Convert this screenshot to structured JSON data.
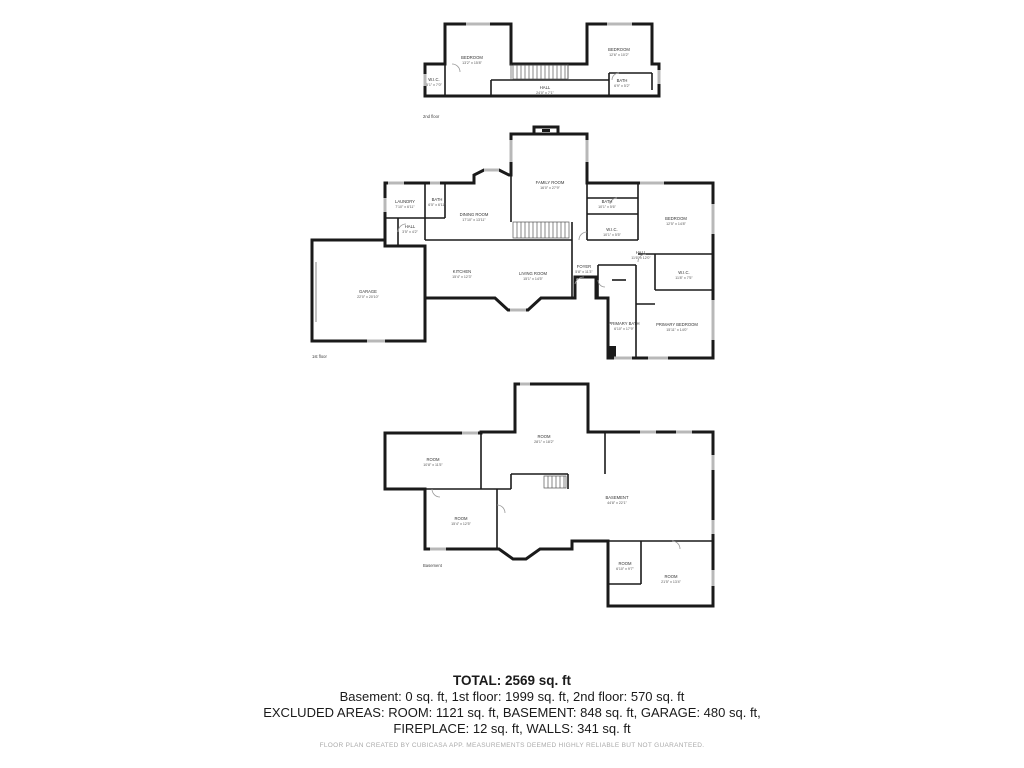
{
  "floors": [
    {
      "id": "floor-2",
      "label": "2nd floor"
    },
    {
      "id": "floor-1",
      "label": "1st floor"
    },
    {
      "id": "floor-basement",
      "label": "Basement"
    }
  ],
  "rooms": [
    {
      "id": "upper-bedroom-left",
      "name": "BEDROOM",
      "dims": "13'2\" x 15'8\""
    },
    {
      "id": "upper-bedroom-right",
      "name": "BEDROOM",
      "dims": "12'6\" x 10'2\""
    },
    {
      "id": "upper-wic",
      "name": "W.I.C.",
      "dims": "5'1\" x 7'0\""
    },
    {
      "id": "upper-hall",
      "name": "HALL",
      "dims": "24'0\" x 7'1\""
    },
    {
      "id": "upper-bath",
      "name": "BATH",
      "dims": "6'9\" x 5'2\""
    },
    {
      "id": "family-room",
      "name": "FAMILY ROOM",
      "dims": "16'0\" x 27'9\""
    },
    {
      "id": "laundry",
      "name": "LAUNDRY",
      "dims": "7'10\" x 6'11\""
    },
    {
      "id": "main-bath-small",
      "name": "BATH",
      "dims": "6'5\" x 6'11\""
    },
    {
      "id": "dining-room",
      "name": "DINING ROOM",
      "dims": "17'10\" x 13'11\""
    },
    {
      "id": "main-hall-small",
      "name": "HALL",
      "dims": "3'5\" x 4'2\""
    },
    {
      "id": "main-bath-right",
      "name": "BATH",
      "dims": "10'1\" x 5'6\""
    },
    {
      "id": "main-bedroom",
      "name": "BEDROOM",
      "dims": "12'5\" x 14'8\""
    },
    {
      "id": "main-wic-upper",
      "name": "W.I.C.",
      "dims": "10'1\" x 5'5\""
    },
    {
      "id": "main-hall-right",
      "name": "HALL",
      "dims": "11'6\" x 12'0\""
    },
    {
      "id": "garage",
      "name": "GARAGE",
      "dims": "22'0\" x 20'10\""
    },
    {
      "id": "kitchen",
      "name": "KITCHEN",
      "dims": "15'4\" x 12'3\""
    },
    {
      "id": "living-room",
      "name": "LIVING ROOM",
      "dims": "15'1\" x 14'5\""
    },
    {
      "id": "foyer",
      "name": "FOYER",
      "dims": "5'8\" x 11'3\""
    },
    {
      "id": "main-wic-lower",
      "name": "W.I.C.",
      "dims": "11'8\" x 7'5\""
    },
    {
      "id": "primary-bath",
      "name": "PRIMARY BATH",
      "dims": "6'10\" x 17'9\""
    },
    {
      "id": "primary-bedroom",
      "name": "PRIMARY BEDROOM",
      "dims": "15'11\" x 14'0\""
    },
    {
      "id": "bsmt-room-top",
      "name": "ROOM",
      "dims": "28'1\" x 18'2\""
    },
    {
      "id": "bsmt-room-left",
      "name": "ROOM",
      "dims": "10'8\" x 11'5\""
    },
    {
      "id": "bsmt-basement",
      "name": "BASEMENT",
      "dims": "44'8\" x 22'1\""
    },
    {
      "id": "bsmt-room-mid",
      "name": "ROOM",
      "dims": "15'4\" x 12'5\""
    },
    {
      "id": "bsmt-room-small",
      "name": "ROOM",
      "dims": "6'10\" x 9'7\""
    },
    {
      "id": "bsmt-room-right",
      "name": "ROOM",
      "dims": "21'5\" x 13'4\""
    }
  ],
  "summary": {
    "total": "TOTAL: 2569 sq. ft",
    "line1": "Basement: 0 sq. ft, 1st floor: 1999 sq. ft, 2nd floor: 570 sq. ft",
    "line2": "EXCLUDED AREAS: ROOM: 1121 sq. ft, BASEMENT: 848 sq. ft, GARAGE: 480 sq. ft,",
    "line3": "FIREPLACE: 12 sq. ft, WALLS: 341 sq. ft"
  },
  "footer": "FLOOR PLAN CREATED BY CUBICASA APP. MEASUREMENTS DEEMED HIGHLY RELIABLE BUT NOT GUARANTEED."
}
